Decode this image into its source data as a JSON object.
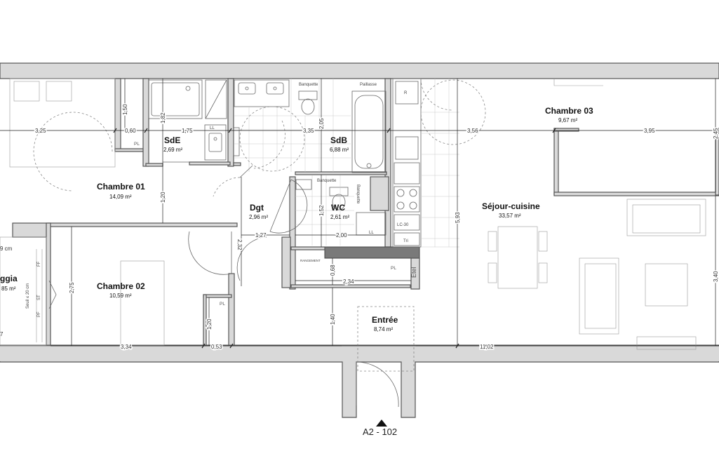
{
  "rooms": {
    "chambre01": {
      "name": "Chambre 01",
      "area": "14,09 m²"
    },
    "chambre02": {
      "name": "Chambre 02",
      "area": "10,59 m²"
    },
    "chambre03": {
      "name": "Chambre 03",
      "area": "9,67 m²"
    },
    "sde": {
      "name": "SdE",
      "area": "2,69 m²"
    },
    "sdb": {
      "name": "SdB",
      "area": "6,88 m²"
    },
    "dgt": {
      "name": "Dgt",
      "area": "2,96 m²"
    },
    "wc": {
      "name": "WC",
      "area": "2,61 m²"
    },
    "sejour": {
      "name": "Séjour-cuisine",
      "area": "33,57 m²"
    },
    "entree": {
      "name": "Entrée",
      "area": "8,74 m²"
    },
    "loggia": {
      "name": "ggia",
      "area": "85 m²"
    }
  },
  "dimensions": {
    "d_3_25": "3,25",
    "d_0_60": "0,60",
    "d_1_75": "1,75",
    "d_3_35": "3,35",
    "d_3_56": "3,56",
    "d_3_95": "3,95",
    "d_2_45": "2,45",
    "d_1_50": "1,50",
    "d_1_82": "1,82",
    "d_2_05": "2,05",
    "d_1_20a": "1,20",
    "d_1_52": "1,52",
    "d_5_93": "5,93",
    "d_2_32": "2,32",
    "d_1_27": "1,27",
    "d_2_00": "2,00",
    "d_0_68": "0,68",
    "d_2_34": "2,34",
    "d_2_75": "2,75",
    "d_1_40": "1,40",
    "d_3_40": "3,40",
    "d_1_20b": "1,20",
    "d_3_34": "3,34",
    "d_0_53": "0,53",
    "d_11_02": "11,02",
    "d_7": "7",
    "d_9cm": "9 cm"
  },
  "labels": {
    "pl1": "PL",
    "pl2": "PL",
    "pl3": "PL",
    "banquette1": "Banquette",
    "banquette2": "Banquette",
    "banquette3": "Banquette",
    "paillasse": "Paillasse",
    "ll1": "LL",
    "ll2": "LL",
    "lc30": "LC-30",
    "tri": "Tri",
    "r": "R",
    "etel": "Etel",
    "rangement": "RANGEMENT",
    "ff": "FF",
    "st": "ST",
    "pf": "PF",
    "seuil": "Seuil ≤ 20 cm"
  },
  "reference": {
    "code": "A2 - 102"
  }
}
